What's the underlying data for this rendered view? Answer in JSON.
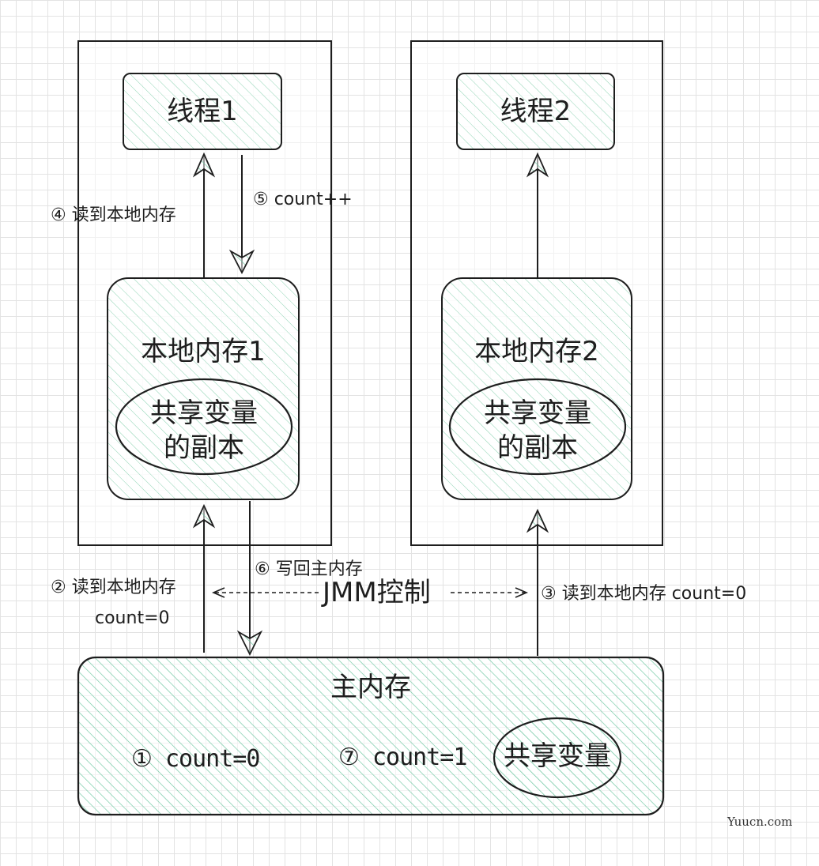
{
  "threads": [
    {
      "title": "线程1",
      "local_memory": "本地内存1",
      "shared_copy_line1": "共享变量",
      "shared_copy_line2": "的副本"
    },
    {
      "title": "线程2",
      "local_memory": "本地内存2",
      "shared_copy_line1": "共享变量",
      "shared_copy_line2": "的副本"
    }
  ],
  "main_memory": {
    "title": "主内存",
    "step1": "① count=0",
    "step7": "⑦ count=1",
    "shared_var": "共享变量"
  },
  "labels": {
    "step4": "④ 读到本地内存",
    "step5": "⑤ count++",
    "step2_line1": "② 读到本地内存",
    "step2_line2": "count=0",
    "step6": "⑥ 写回主内存",
    "step3": "③ 读到本地内存 count=0",
    "jmm": "JMM控制"
  },
  "watermark": "Yuucn.com",
  "colors": {
    "fill": "#6cc7a0",
    "stroke": "#1e1e1e"
  }
}
